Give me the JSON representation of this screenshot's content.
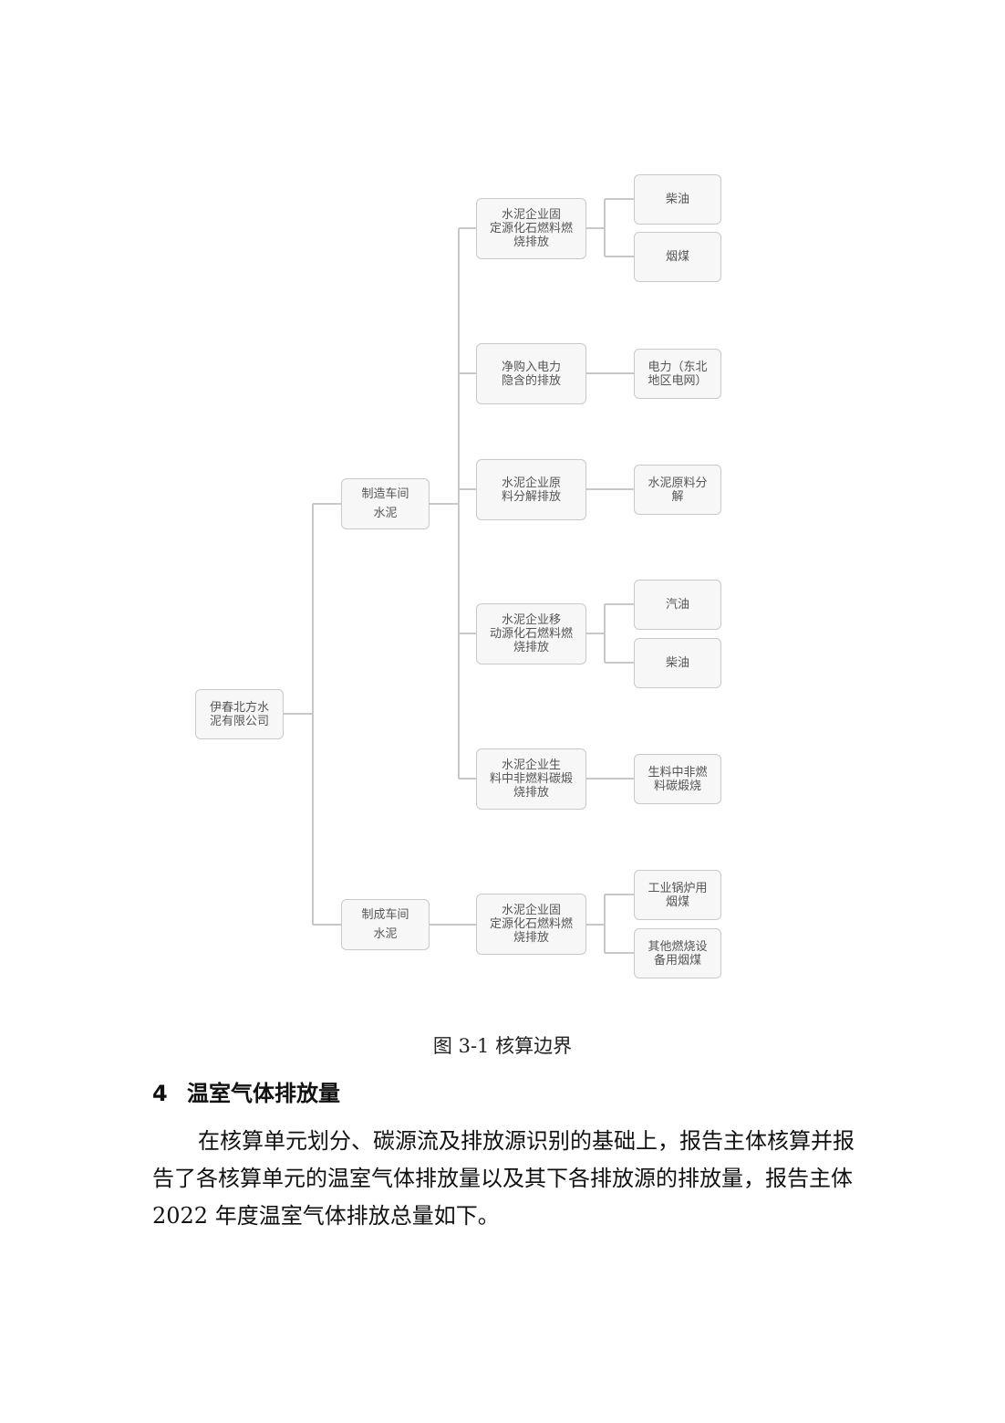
{
  "diagram": {
    "root": {
      "text": "伊春北方水\n泥有限公司"
    },
    "units": [
      {
        "title": "制造车间",
        "sub": "水泥"
      },
      {
        "title": "制成车间",
        "sub": "水泥"
      }
    ],
    "sources": [
      "水泥企业固\n定源化石燃料燃\n烧排放",
      "净购入电力\n隐含的排放",
      "水泥企业原\n料分解排放",
      "水泥企业移\n动源化石燃料燃\n烧排放",
      "水泥企业生\n料中非燃料碳煅\n烧排放",
      "水泥企业固\n定源化石燃料燃\n烧排放"
    ],
    "leaves": [
      "柴油",
      "烟煤",
      "电力（东北\n地区电网）",
      "水泥原料分\n解",
      "汽油",
      "柴油",
      "生料中非燃\n料碳煅烧",
      "工业锅炉用\n烟煤",
      "其他燃烧设\n备用烟煤"
    ],
    "line_color": "#c8c8c8"
  },
  "caption": "图 3-1 核算边界",
  "section": {
    "number": "4",
    "title": "温室气体排放量"
  },
  "paragraph": "在核算单元划分、碳源流及排放源识别的基础上，报告主体核算并报告了各核算单元的温室气体排放量以及其下各排放源的排放量，报告主体 2022 年度温室气体排放总量如下。"
}
